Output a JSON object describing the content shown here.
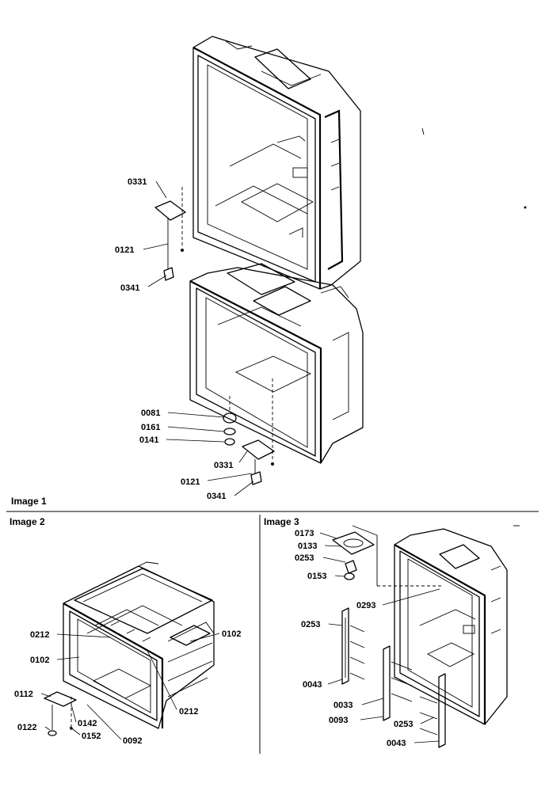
{
  "panels": [
    {
      "id": "image1",
      "title": "Image 1"
    },
    {
      "id": "image2",
      "title": "Image 2"
    },
    {
      "id": "image3",
      "title": "Image 3"
    }
  ],
  "callouts": {
    "image1": [
      "0331",
      "0121",
      "0341",
      "0081",
      "0161",
      "0141",
      "0331",
      "0121",
      "0341"
    ],
    "image2": [
      "0212",
      "0102",
      "0102",
      "0212",
      "0112",
      "0142",
      "0122",
      "0152",
      "0092"
    ],
    "image3": [
      "0173",
      "0133",
      "0253",
      "0153",
      "0293",
      "0253",
      "0043",
      "0033",
      "0093",
      "0253",
      "0043"
    ]
  }
}
